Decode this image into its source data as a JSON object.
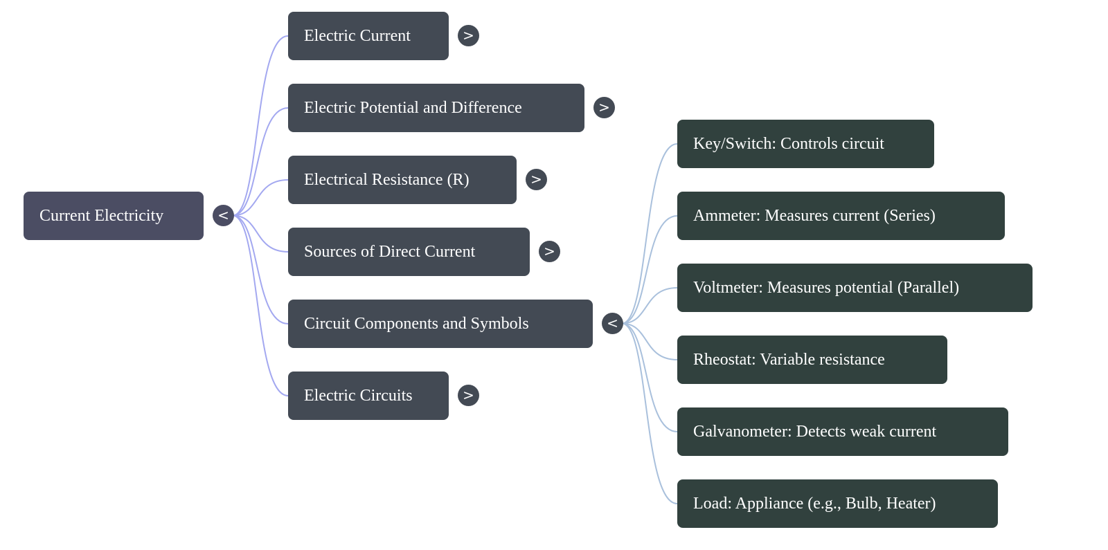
{
  "colors": {
    "root_node": "#4b4d63",
    "level1_node": "#434a54",
    "level2_node": "#31413e",
    "root_links": "#a3a8f0",
    "level2_links": "#a9c0dc",
    "text": "#ffffff"
  },
  "root": {
    "label": "Current Electricity",
    "toggle": "<",
    "expanded": true
  },
  "children": [
    {
      "label": "Electric Current",
      "toggle": ">",
      "expanded": false
    },
    {
      "label": "Electric Potential and Difference",
      "toggle": ">",
      "expanded": false
    },
    {
      "label": "Electrical Resistance (R)",
      "toggle": ">",
      "expanded": false
    },
    {
      "label": "Sources of Direct Current",
      "toggle": ">",
      "expanded": false
    },
    {
      "label": "Circuit Components and Symbols",
      "toggle": "<",
      "expanded": true,
      "children": [
        {
          "label": "Key/Switch: Controls circuit"
        },
        {
          "label": "Ammeter: Measures current (Series)"
        },
        {
          "label": "Voltmeter: Measures potential (Parallel)"
        },
        {
          "label": "Rheostat: Variable resistance"
        },
        {
          "label": "Galvanometer: Detects weak current"
        },
        {
          "label": "Load: Appliance (e.g., Bulb, Heater)"
        }
      ]
    },
    {
      "label": "Electric Circuits",
      "toggle": ">",
      "expanded": false
    }
  ]
}
